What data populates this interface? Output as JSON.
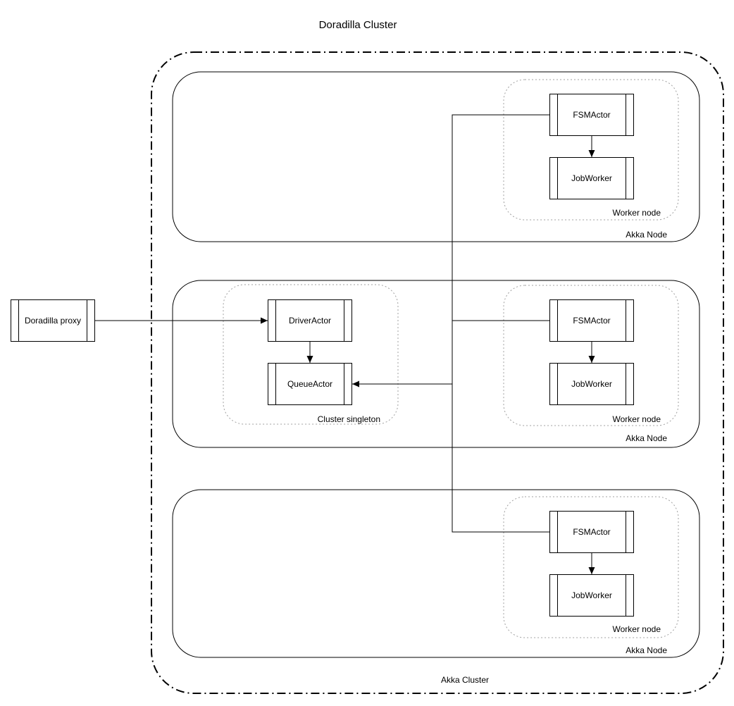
{
  "title": "Doradilla Cluster",
  "external": {
    "proxy": "Doradilla proxy"
  },
  "cluster": {
    "label": "Akka Cluster",
    "nodes": [
      {
        "label": "Akka Node",
        "worker": {
          "label": "Worker node",
          "fsm": "FSMActor",
          "job": "JobWorker"
        }
      },
      {
        "label": "Akka Node",
        "singleton": {
          "label": "Cluster singleton",
          "driver": "DriverActor",
          "queue": "QueueActor"
        },
        "worker": {
          "label": "Worker node",
          "fsm": "FSMActor",
          "job": "JobWorker"
        }
      },
      {
        "label": "Akka Node",
        "worker": {
          "label": "Worker node",
          "fsm": "FSMActor",
          "job": "JobWorker"
        }
      }
    ]
  },
  "colors": {
    "line": "#000000",
    "dotted_line": "#a0a0a0",
    "background": "#ffffff",
    "text": "#000000"
  }
}
